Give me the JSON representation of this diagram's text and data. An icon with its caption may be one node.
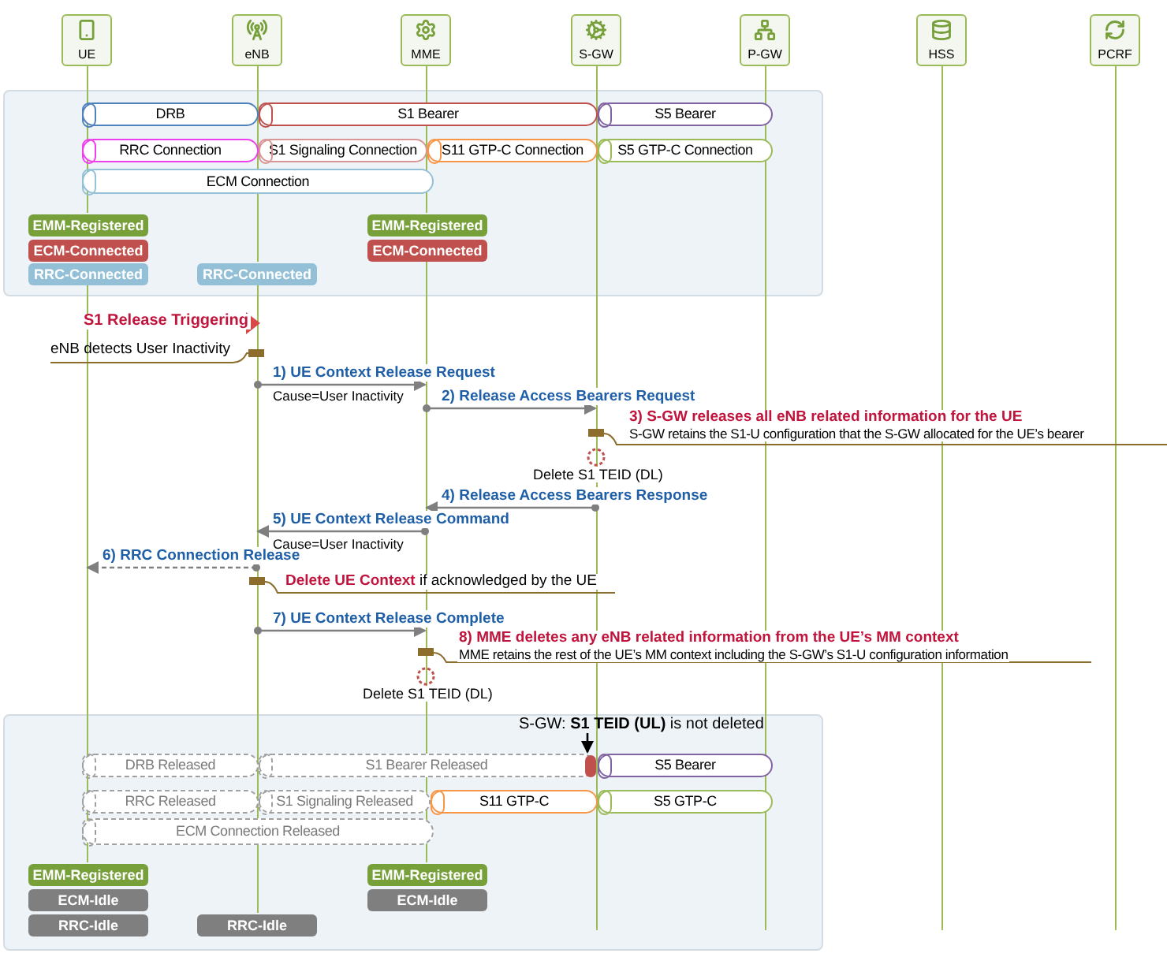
{
  "diagram": {
    "nodes": [
      {
        "text": [
          "UE"
        ]
      },
      {
        "text": [
          "eNB"
        ]
      },
      {
        "text": [
          "MME"
        ]
      },
      {
        "text": [
          "S-GW"
        ]
      },
      {
        "text": [
          "P-GW"
        ]
      },
      {
        "text": [
          "HSS"
        ]
      },
      {
        "text": [
          "PCRF"
        ]
      },
      {
        "text": [],
        "shape": "box"
      },
      {
        "text": [
          "DRB"
        ],
        "in": 7
      },
      {
        "text": [
          "S1 Bearer"
        ],
        "in": 7
      },
      {
        "text": [
          "S5 Bearer"
        ],
        "in": 7
      },
      {
        "text": [
          "RRC Connection"
        ],
        "in": 7
      },
      {
        "text": [
          "S1 Signaling Connection"
        ],
        "in": 7
      },
      {
        "text": [
          "S11 GTP-C Connection"
        ],
        "in": 7
      },
      {
        "text": [
          "S5 GTP-C Connection"
        ],
        "in": 7
      },
      {
        "text": [
          "ECM Connection"
        ],
        "in": 7
      },
      {
        "text": [
          "EMM-Registered"
        ],
        "in": 7
      },
      {
        "text": [
          "ECM-Connected"
        ],
        "in": 7
      },
      {
        "text": [
          "RRC-Connected"
        ],
        "in": 7
      },
      {
        "text": [
          "RRC-Connected"
        ],
        "in": 7
      },
      {
        "text": [
          "EMM-Registered"
        ],
        "in": 7
      },
      {
        "text": [
          "ECM-Connected"
        ],
        "in": 7
      },
      {
        "text": [],
        "shape": "box"
      },
      {
        "text": [
          "DRB Released"
        ],
        "in": 22
      },
      {
        "text": [
          "S1 Bearer Released"
        ],
        "in": 22
      },
      {
        "text": [
          "S5 Bearer"
        ],
        "in": 22
      },
      {
        "text": [
          "RRC Released"
        ],
        "in": 22
      },
      {
        "text": [
          "S1 Signaling Released"
        ],
        "in": 22
      },
      {
        "text": [
          "S11 GTP-C"
        ],
        "in": 22
      },
      {
        "text": [
          "S5 GTP-C"
        ],
        "in": 22
      },
      {
        "text": [
          "ECM Connection Released"
        ],
        "in": 22
      },
      {
        "text": [
          "EMM-Registered"
        ],
        "in": 22
      },
      {
        "text": [
          "ECM-Idle"
        ],
        "in": 22
      },
      {
        "text": [
          "RRC-Idle"
        ],
        "in": 22
      },
      {
        "text": [
          "RRC-Idle"
        ],
        "in": 22
      },
      {
        "text": [
          "EMM-Registered"
        ],
        "in": 22
      },
      {
        "text": [
          "ECM-Idle"
        ],
        "in": 22
      },
      {
        "text": [
          "S-GW: **S1 TEID (UL)** is not deleted"
        ],
        "in": 22
      },
      {
        "text": [],
        "shape": "circle",
        "in": 24
      },
      {
        "text": [],
        "shape": "bar"
      },
      {
        "text": [],
        "shape": "bar"
      },
      {
        "text": [],
        "shape": "bar"
      },
      {
        "text": [],
        "shape": "bar"
      },
      {
        "text": [],
        "shape": "bar"
      },
      {
        "text": [],
        "shape": "bar"
      },
      {
        "text": [],
        "shape": "bar"
      },
      {
        "text": [],
        "shape": "bar"
      },
      {
        "text": [],
        "shape": "bar"
      },
      {
        "text": [],
        "shape": "bar"
      },
      {
        "text": [
          "eNB detects User Inactivity"
        ]
      }
    ],
    "edges": [
      {
        "from": 42,
        "to": 44,
        "arrow": "to",
        "label": "1) UE Context Release Request"
      },
      {
        "from": 44,
        "to": 45,
        "arrow": "to",
        "label": "2) Release Access Bearers Request"
      },
      {
        "from": 45,
        "to": 44,
        "arrow": "to",
        "label": "4) Release Access Bearers Response"
      },
      {
        "from": 44,
        "to": 42,
        "arrow": "to",
        "label": "5) UE Context Release Command"
      },
      {
        "from": 42,
        "to": 40,
        "arrow": "to",
        "label": "6) RRC Connection Release",
        "style": "dashed"
      },
      {
        "from": 42,
        "to": 44,
        "arrow": "to",
        "label": "7) UE Context Release Complete"
      },
      {
        "from": 37,
        "to": 38,
        "arrow": "to",
        "color": "#000000"
      },
      {
        "from": 49,
        "to": 42,
        "arrow": "other",
        "color": "#8c6d2c"
      }
    ],
    "labels": [
      "S1 Release Triggering",
      "Cause=User Inactivity",
      "3) S-GW releases all eNB related information for the UE",
      "S-GW retains the S1-U configuration that the S-GW allocated for the UE’s bearer",
      "Delete S1 TEID (DL)",
      "Cause=User Inactivity",
      "**Delete UE Context** if acknowledged by the UE",
      "8) MME deletes any eNB related information from the UE’s MM context",
      "MME retains the rest of the UE’s MM context including the S-GW’s S1-U configuration information",
      "Delete S1 TEID (DL)"
    ]
  }
}
